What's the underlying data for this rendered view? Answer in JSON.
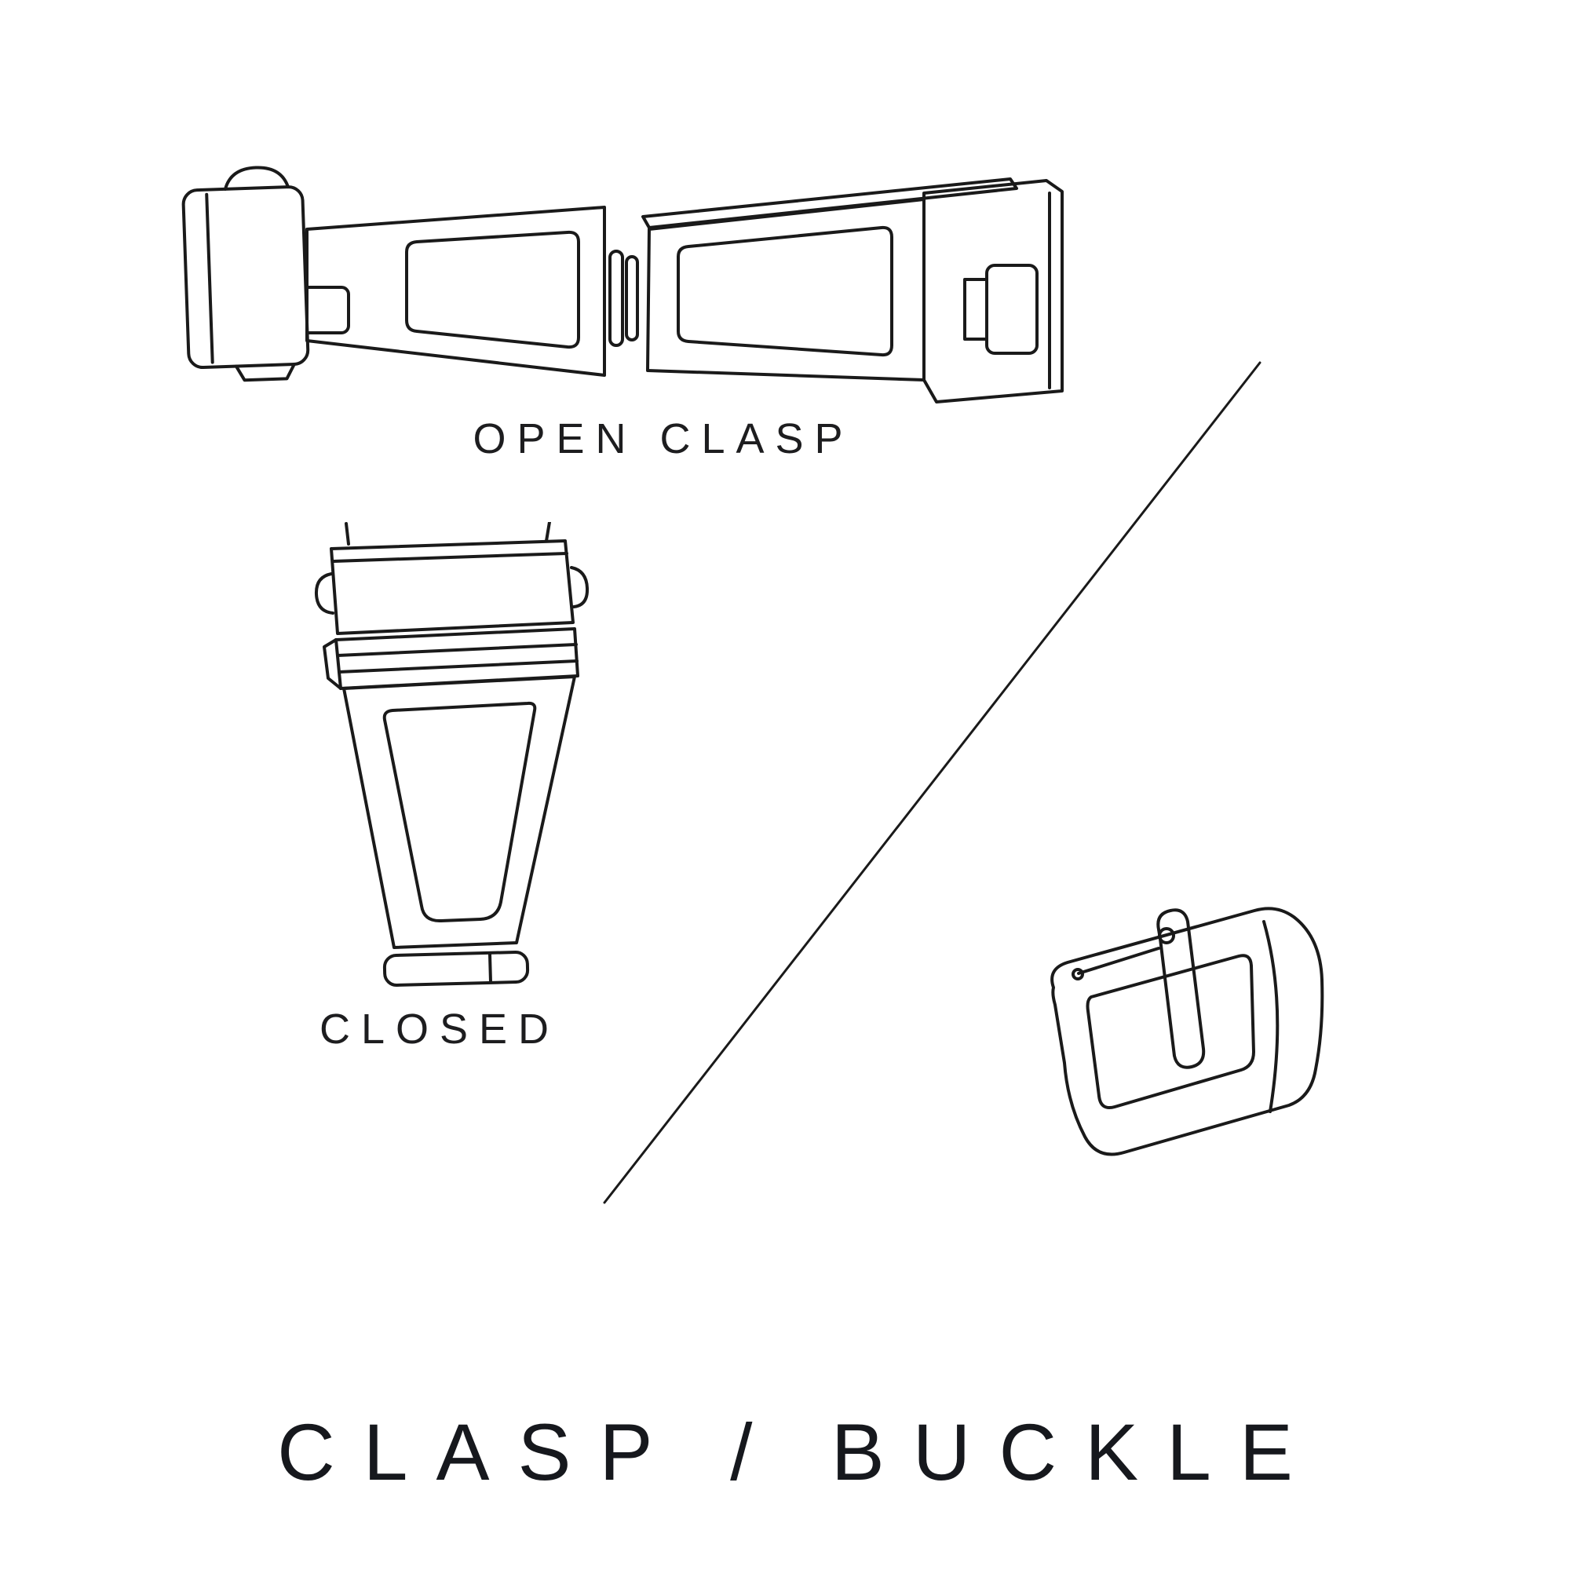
{
  "page": {
    "background_color": "#ffffff",
    "line_color": "#1a1a1a",
    "text_color": "#1d1d1f"
  },
  "labels": {
    "open_clasp": "OPEN CLASP",
    "closed": "CLOSED",
    "title": "CLASP / BUCKLE"
  },
  "illustrations": [
    {
      "name": "open-clasp-illustration",
      "depicts": "watch deployant clasp shown open, top view"
    },
    {
      "name": "closed-clasp-illustration",
      "depicts": "watch clasp shown closed, top view"
    },
    {
      "name": "tang-buckle-illustration",
      "depicts": "watch strap tang buckle, perspective view"
    }
  ],
  "divider": {
    "name": "diagonal-divider-line"
  }
}
